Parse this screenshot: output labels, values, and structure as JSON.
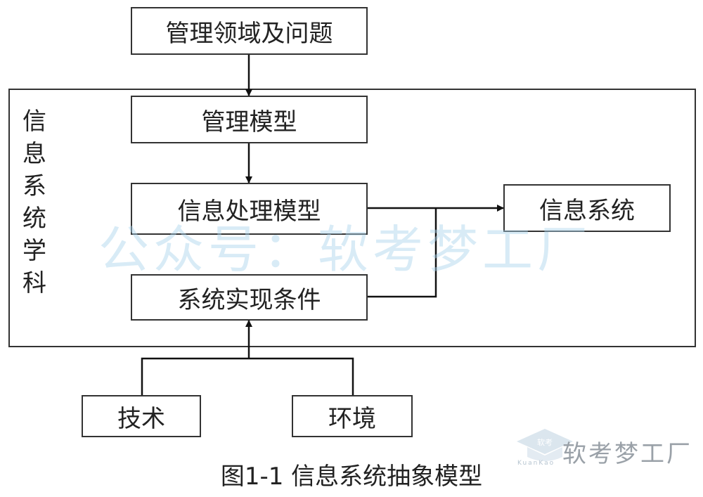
{
  "diagram": {
    "nodes": {
      "problem": "管理领域及问题",
      "mgmt_model": "管理模型",
      "info_model": "信息处理模型",
      "conditions": "系统实现条件",
      "info_system": "信息系统",
      "tech": "技术",
      "environment": "环境"
    },
    "discipline_label": "信息系统学科",
    "caption": "图1-1 信息系统抽象模型"
  },
  "watermark": "公众号：软考梦工厂",
  "logo": {
    "brand": "软考梦工厂",
    "badge": "软考",
    "pinyin": "KuanKao"
  }
}
